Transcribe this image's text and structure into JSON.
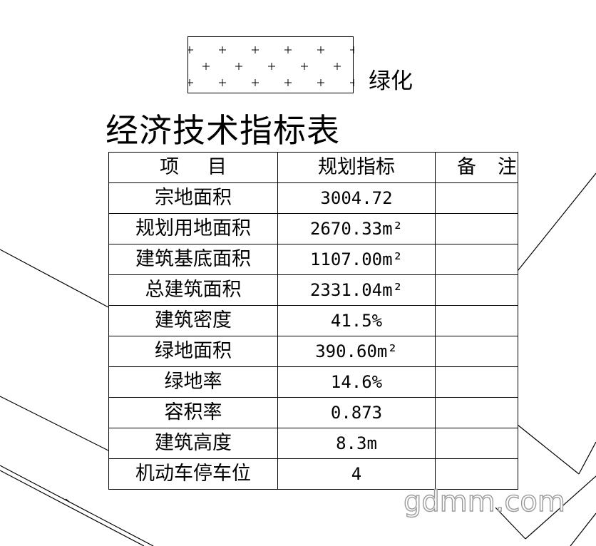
{
  "legend": {
    "label": "绿化",
    "pattern_glyph": "+"
  },
  "table": {
    "title": "经济技术指标表",
    "headers": {
      "item": "项目",
      "value": "规划指标",
      "note": "备注"
    },
    "rows": [
      {
        "item": "宗地面积",
        "value": "3004.72",
        "note": ""
      },
      {
        "item": "规划用地面积",
        "value": "2670.33m²",
        "note": ""
      },
      {
        "item": "建筑基底面积",
        "value": "1107.00m²",
        "note": ""
      },
      {
        "item": "总建筑面积",
        "value": "2331.04m²",
        "note": ""
      },
      {
        "item": "建筑密度",
        "value": "41.5%",
        "note": ""
      },
      {
        "item": "绿地面积",
        "value": "390.60m²",
        "note": ""
      },
      {
        "item": "绿地率",
        "value": "14.6%",
        "note": ""
      },
      {
        "item": "容积率",
        "value": "0.873",
        "note": ""
      },
      {
        "item": "建筑高度",
        "value": "8.3m",
        "note": ""
      },
      {
        "item": "机动车停车位",
        "value": "4",
        "note": ""
      }
    ]
  },
  "watermark": "gdmm.com",
  "colors": {
    "ink": "#000000",
    "watermark_outline": "#9a9a9a",
    "background": "#ffffff"
  }
}
